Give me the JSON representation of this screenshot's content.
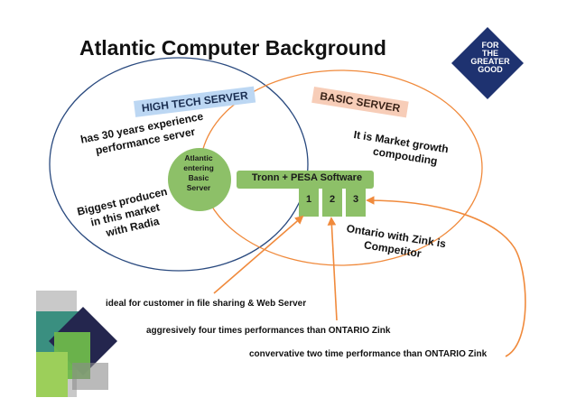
{
  "title": "Atlantic Computer Background",
  "logo": {
    "lines": [
      "FOR",
      "THE GREATER",
      "GOOD"
    ]
  },
  "high_tech": {
    "tag": "HIGH TECH SERVER",
    "text1": [
      "has 30 years experience",
      "performance server"
    ],
    "text2": [
      "Biggest producen",
      "in this market",
      "with Radia"
    ]
  },
  "basic": {
    "tag": "BASIC SERVER",
    "text1": [
      "It is Market growth",
      "compouding"
    ],
    "text2": [
      "Ontario with Zink is",
      "Competitor"
    ]
  },
  "center": {
    "lines": [
      "Atlantic",
      "entering",
      "Basic",
      "Server"
    ]
  },
  "bar": {
    "label": "Tronn + PESA Software"
  },
  "boxes": [
    "1",
    "2",
    "3"
  ],
  "notes": [
    "ideal for customer in file sharing & Web Server",
    "aggresively four times performances than ONTARIO Zink",
    "convervative two time performance than ONTARIO Zink"
  ],
  "colors": {
    "green": "#8dc068",
    "navy_ellipse": "#2a4a7f",
    "orange": "#f08a3c",
    "logo": "#1e3270"
  }
}
